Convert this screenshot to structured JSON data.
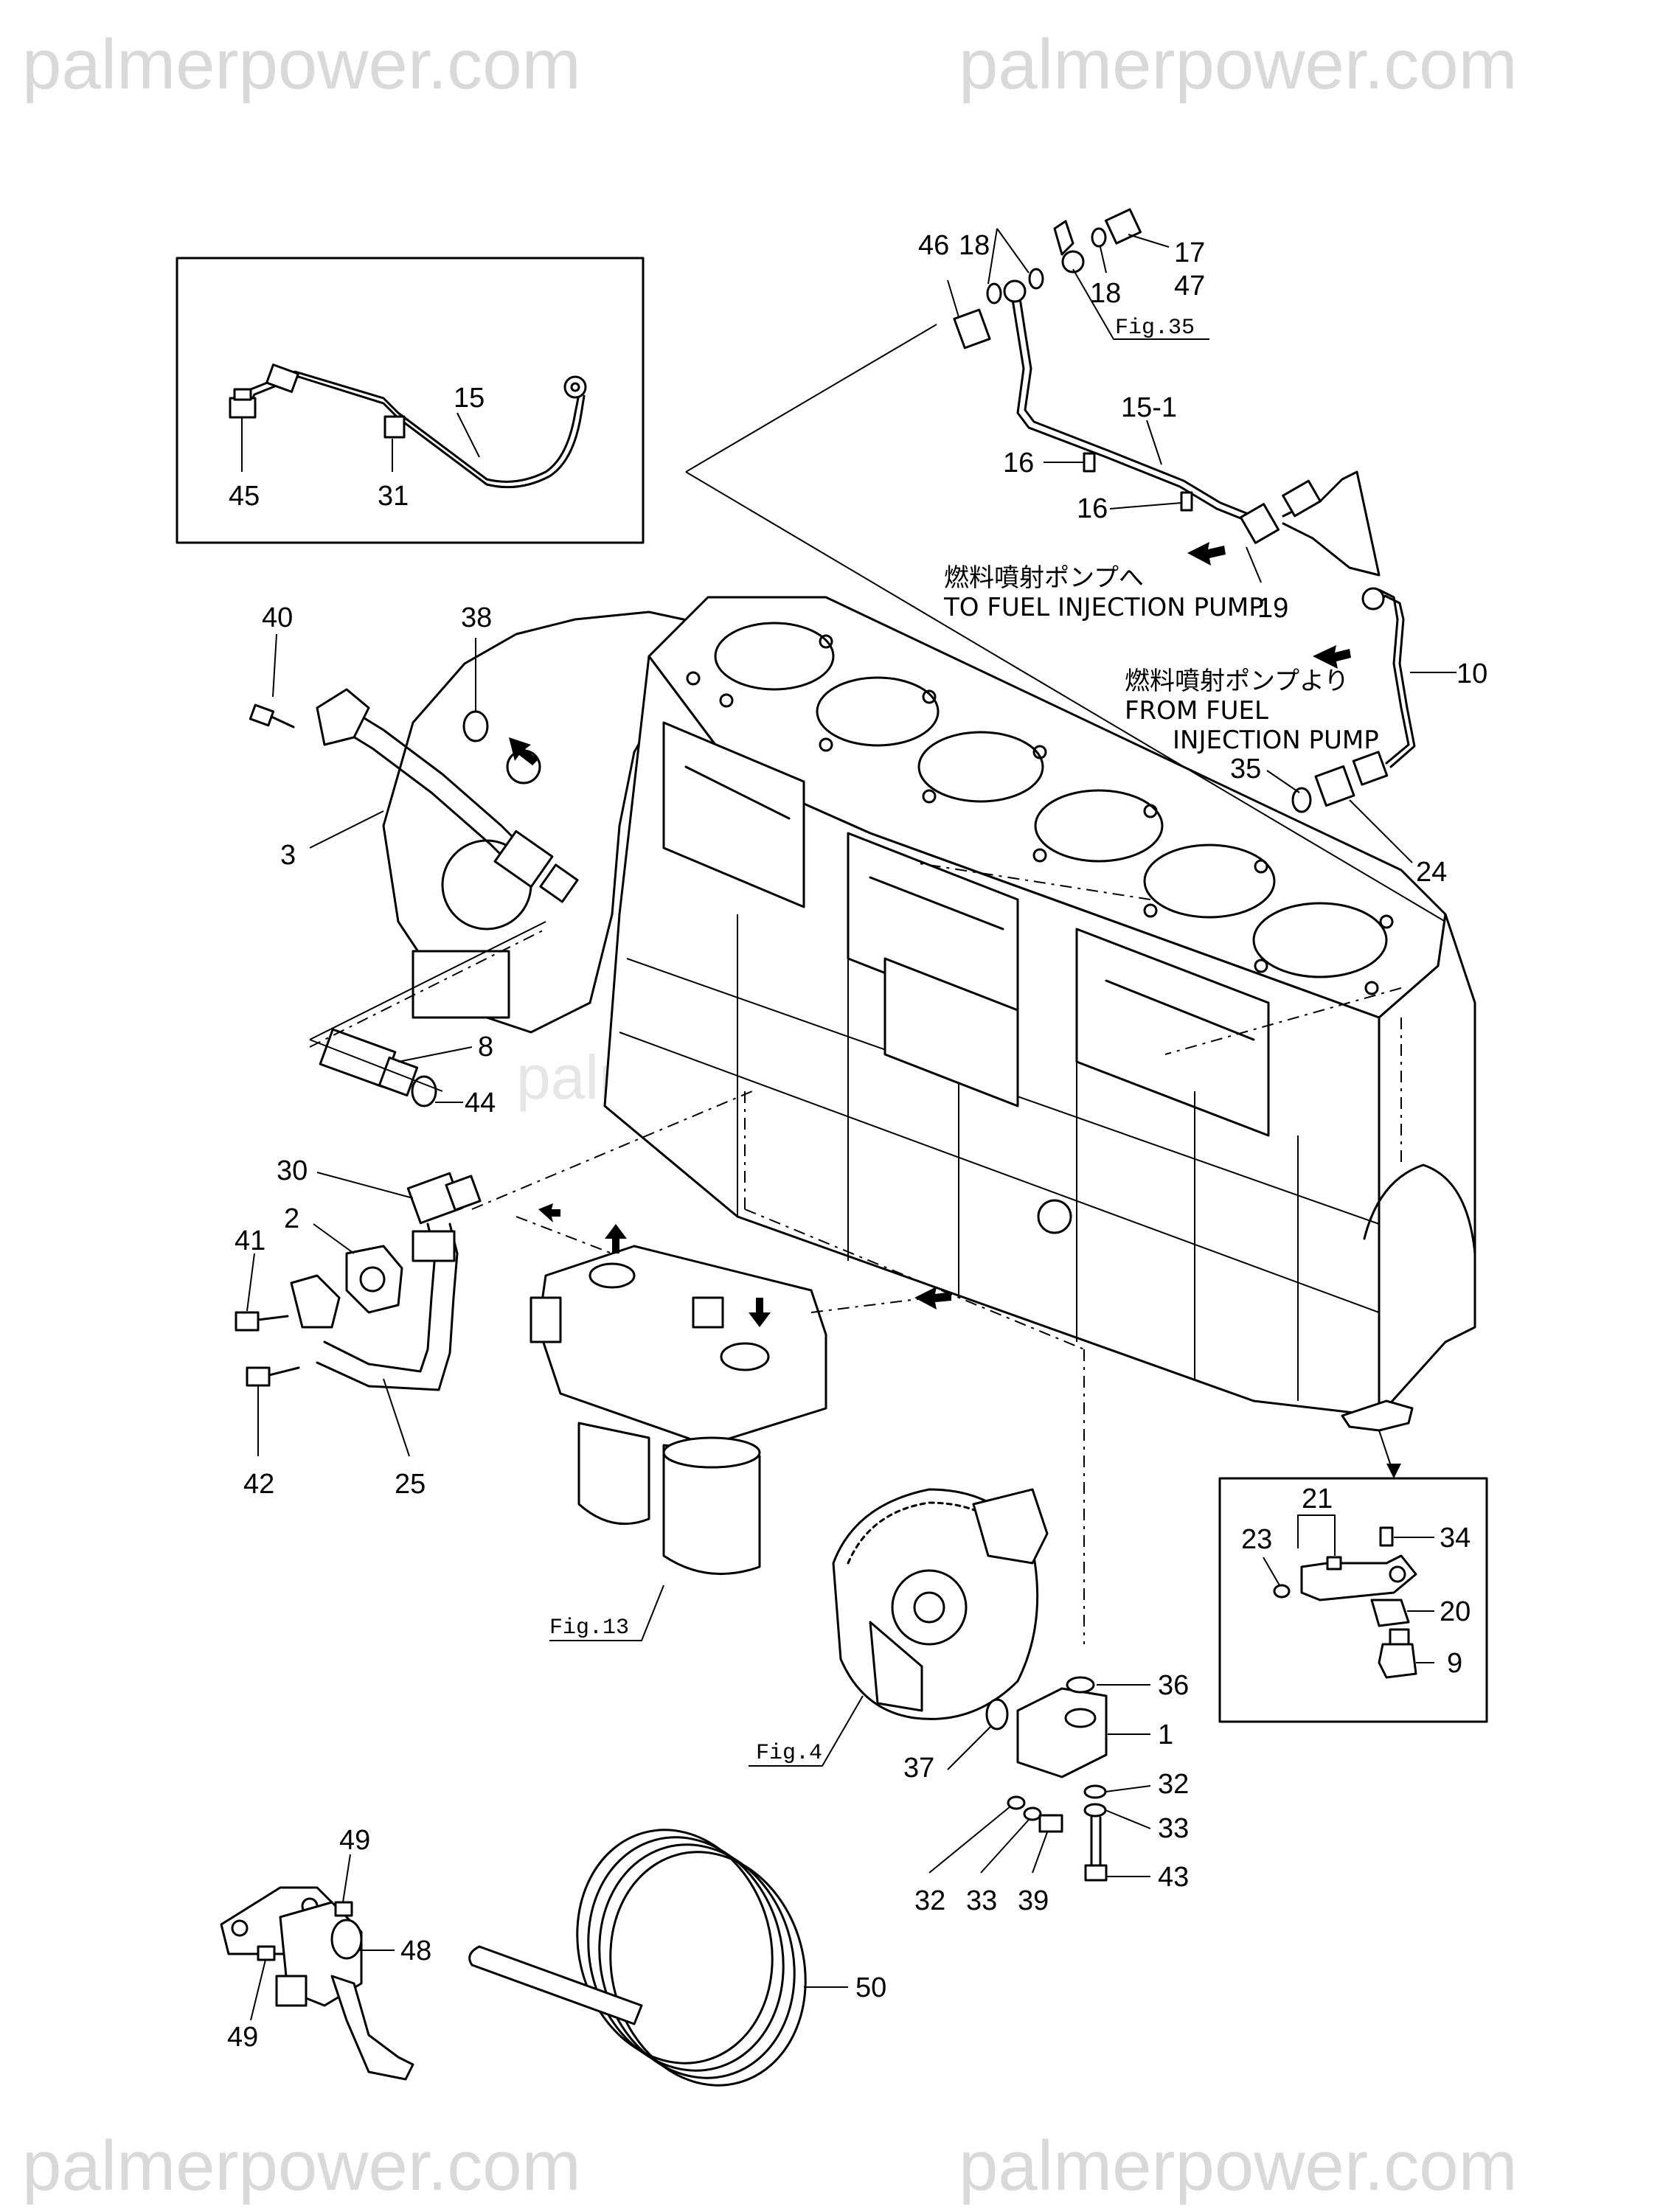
{
  "watermark": {
    "top_left": "palmerpower.com",
    "top_right": "palmerpower.com",
    "bottom_left": "palmerpower.com",
    "bottom_right": "palmerpower.com",
    "center": "palmerpower.com"
  },
  "notes": {
    "to_pump_jp": "燃料噴射ポンプへ",
    "to_pump_en": "TO FUEL INJECTION PUMP",
    "from_pump_jp": "燃料噴射ポンプより",
    "from_pump_en_1": "FROM FUEL",
    "from_pump_en_2": "INJECTION PUMP"
  },
  "figure_refs": {
    "fig35": "Fig.35",
    "fig13": "Fig.13",
    "fig4": "Fig.4"
  },
  "callouts": {
    "c1": "1",
    "c2": "2",
    "c3": "3",
    "c8": "8",
    "c9": "9",
    "c10": "10",
    "c15": "15",
    "c15_1": "15-1",
    "c16a": "16",
    "c16b": "16",
    "c17": "17",
    "c18a": "18",
    "c18b": "18",
    "c19": "19",
    "c20": "20",
    "c21": "21",
    "c23": "23",
    "c24": "24",
    "c25": "25",
    "c30": "30",
    "c31": "31",
    "c32a": "32",
    "c32b": "32",
    "c33a": "33",
    "c33b": "33",
    "c34": "34",
    "c35": "35",
    "c36": "36",
    "c37": "37",
    "c38": "38",
    "c39": "39",
    "c40": "40",
    "c41": "41",
    "c42": "42",
    "c43": "43",
    "c44": "44",
    "c45": "45",
    "c46": "46",
    "c47": "47",
    "c48": "48",
    "c49a": "49",
    "c49b": "49",
    "c50": "50"
  }
}
